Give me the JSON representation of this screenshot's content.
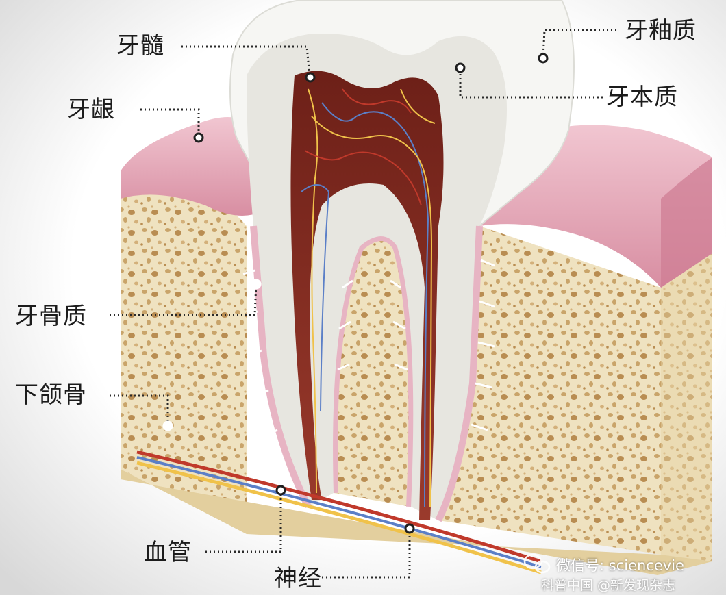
{
  "labels": {
    "pulp": "牙髓",
    "gum": "牙龈",
    "enamel": "牙釉质",
    "dentin": "牙本质",
    "cementum": "牙骨质",
    "jawbone": "下颌骨",
    "blood_vessel": "血管",
    "nerve": "神经"
  },
  "watermark": {
    "line1": "微信号: sciencevie",
    "line2": "科普中国 @新发现杂志"
  },
  "colors": {
    "enamel": "#f6f6f3",
    "dentin": "#e7e6e0",
    "pulp": "#7e2a1f",
    "gum": "#e9aebd",
    "bone": "#efe2c0",
    "bone_pore": "#c9a46a",
    "vessel_red": "#c0392b",
    "vessel_blue": "#5b7fc7",
    "nerve_yellow": "#f0c24a"
  }
}
